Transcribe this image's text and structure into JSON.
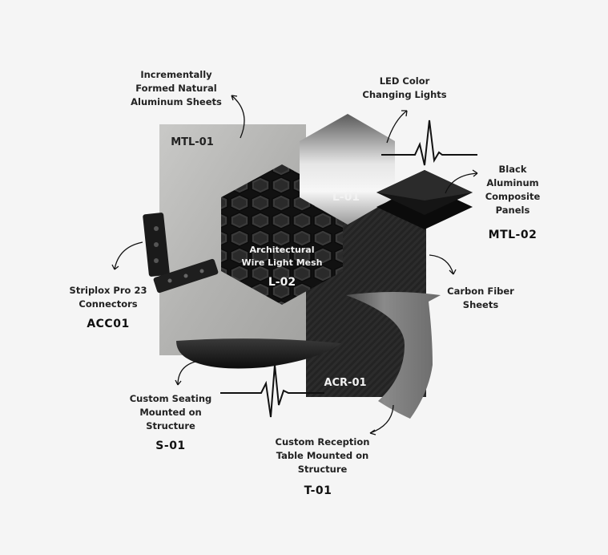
{
  "callouts": {
    "aluminum_sheets": "Incrementally\nFormed Natural\nAluminum Sheets",
    "led_lights": "LED Color\nChanging Lights",
    "composite_panels": "Black\nAluminum\nComposite\nPanels",
    "carbon_fiber": "Carbon Fiber\nSheets",
    "connectors": "Striplox Pro 23\nConnectors",
    "seating": "Custom Seating\nMounted on\nStructure",
    "reception_table": "Custom Reception\nTable Mounted on\nStructure"
  },
  "codes": {
    "composite_panels": "MTL-02",
    "connectors": "ACC01",
    "seating": "S-01",
    "reception_table": "T-01"
  },
  "material_tags": {
    "aluminum": "MTL-01",
    "led": "L-01",
    "mesh_name": "Architectural\nWire Light Mesh",
    "mesh_code": "L-02",
    "carbon": "ACR-01"
  },
  "colors": {
    "background": "#f5f5f5",
    "aluminum": "#b9b9b7",
    "carbon": "#2b2b2b",
    "mesh": "#1a1a1a",
    "ink": "#1c1c1c"
  }
}
